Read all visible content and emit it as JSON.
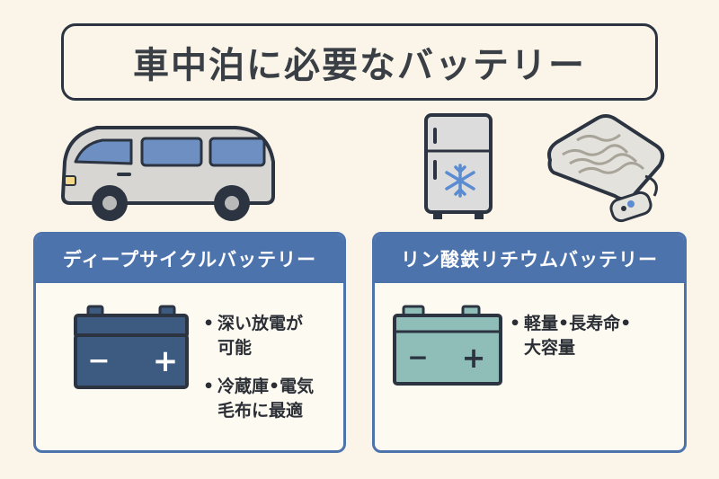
{
  "title": "車中泊に必要なバッテリー",
  "cards": [
    {
      "header": "ディープサイクルバッテリー",
      "bullets": [
        {
          "dot": "•",
          "text": "深い放電が\n可能"
        },
        {
          "dot": "•",
          "text": "冷蔵庫•電気\n毛布に最適"
        }
      ],
      "battery_minus": "−",
      "battery_plus": "+"
    },
    {
      "header": "リン酸鉄リチウムバッテリー",
      "bullets": [
        {
          "dot": "•",
          "text": "軽量•長寿命•\n大容量"
        }
      ],
      "battery_minus": "−",
      "battery_plus": "+"
    }
  ],
  "colors": {
    "background": "#fbf5e9",
    "accent_blue": "#4d73ad",
    "deep_cycle_battery": "#3d5a80",
    "lithium_battery": "#8fbdb8"
  },
  "icons": [
    "van-icon",
    "refrigerator-icon",
    "snowflake-icon",
    "electric-blanket-icon",
    "car-battery-icon",
    "lithium-battery-icon"
  ]
}
